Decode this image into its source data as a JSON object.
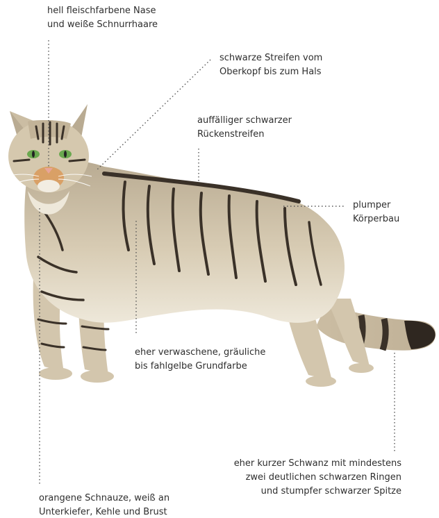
{
  "colors": {
    "fur_base": "#cdbfa5",
    "fur_light": "#ebe4d4",
    "stripes": "#3a3128",
    "eyes": "#6aa84f",
    "nose": "#e8a59a",
    "muzzle": "#d9a066",
    "leader_line": "#555555"
  },
  "labels": {
    "nose": {
      "line1": "hell fleischfarbene Nase",
      "line2": "und weiße Schnurrhaare"
    },
    "head_stripes": {
      "line1": "schwarze Streifen vom",
      "line2": "Oberkopf bis zum Hals"
    },
    "back_stripe": {
      "line1": "auffälliger schwarzer",
      "line2": "Rückenstreifen"
    },
    "body": {
      "line1": "plumper",
      "line2": "Körperbau"
    },
    "base_color": {
      "line1": "eher verwaschene, gräuliche",
      "line2": "bis fahlgelbe Grundfarbe"
    },
    "tail": {
      "line1": "eher kurzer Schwanz mit mindestens",
      "line2": "zwei deutlichen schwarzen Ringen",
      "line3": "und stumpfer schwarzer Spitze"
    },
    "muzzle": {
      "line1": "orangene Schnauze, weiß an",
      "line2": "Unterkiefer, Kehle und Brust"
    }
  }
}
